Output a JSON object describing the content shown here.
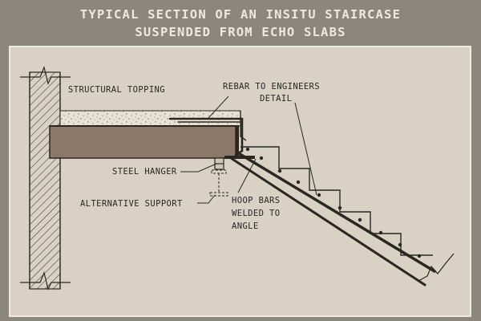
{
  "title": {
    "line1": "TYPICAL SECTION OF AN INSITU STAIRCASE",
    "line2": "SUSPENDED FROM ECHO SLABS"
  },
  "labels": {
    "structural_topping": "STRUCTURAL TOPPING",
    "rebar_line1": "REBAR TO ENGINEERS",
    "rebar_line2": "DETAIL",
    "steel_hanger": "STEEL HANGER",
    "alternative_support": "ALTERNATIVE SUPPORT",
    "hoop_line1": "HOOP BARS",
    "hoop_line2": "WELDED TO",
    "hoop_line3": "ANGLE"
  },
  "colors": {
    "background": "#8c877d",
    "panel": "#d9d1c4",
    "ink": "#2a2622",
    "slab": "#8b7868",
    "title_text": "#efe9dd"
  }
}
